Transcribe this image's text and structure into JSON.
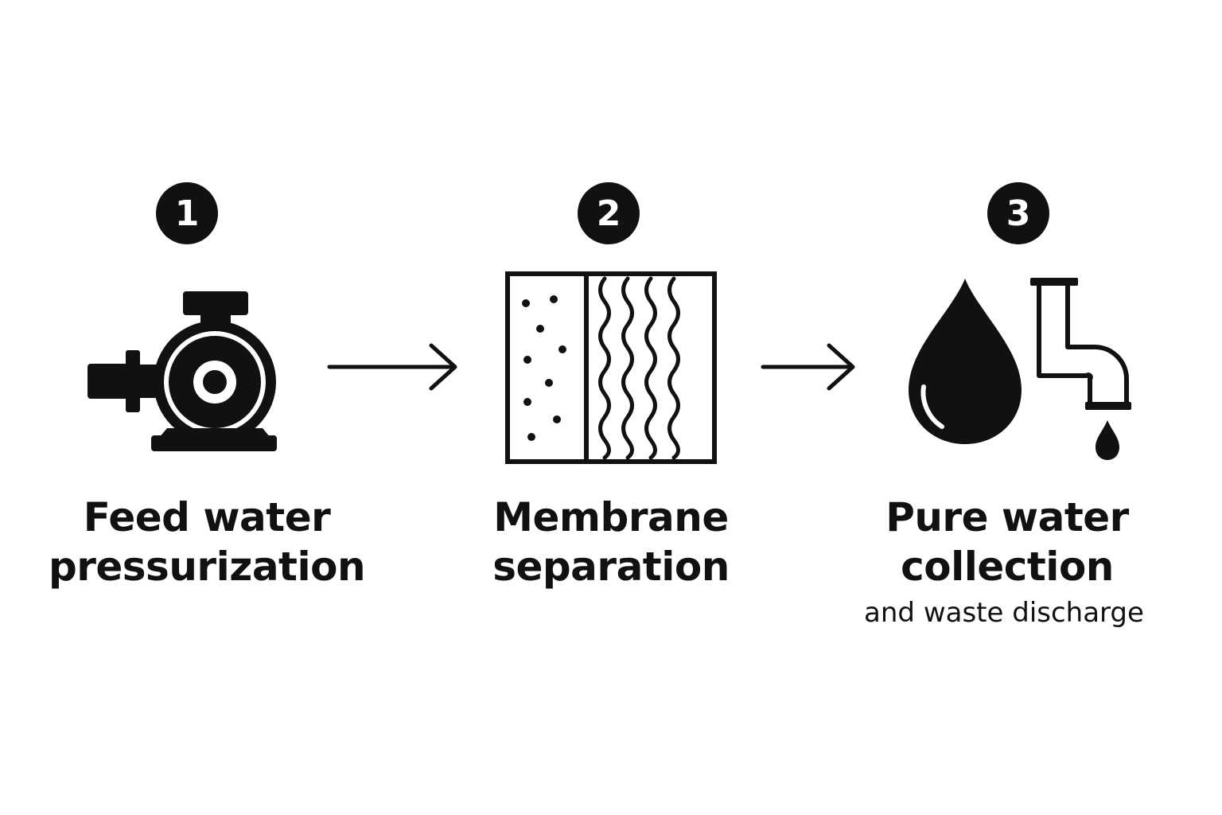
{
  "steps": [
    {
      "number": "1",
      "title_line1": "Feed water",
      "title_line2": "pressurization",
      "icon": "pump-icon"
    },
    {
      "number": "2",
      "title_line1": "Membrane",
      "title_line2": "separation",
      "icon": "membrane-icon"
    },
    {
      "number": "3",
      "title_line1": "Pure water",
      "title_line2": "collection",
      "subtitle": "and waste discharge",
      "icons": [
        "water-drop-icon",
        "drain-pipe-icon"
      ]
    }
  ],
  "connectors": [
    "arrow-right-icon",
    "arrow-right-icon"
  ],
  "colors": {
    "ink": "#111111",
    "background": "#ffffff"
  }
}
